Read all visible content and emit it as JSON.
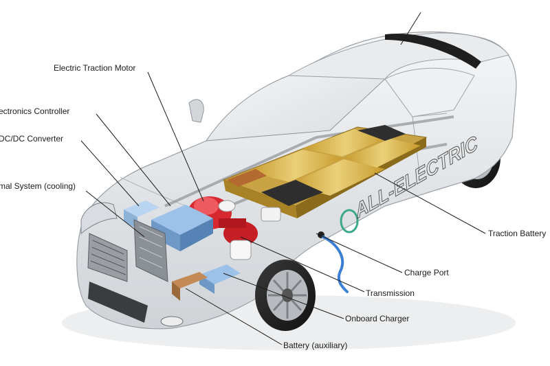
{
  "labels": {
    "motor": "Electric Traction Motor",
    "controller": "ectronics Controller",
    "dcdc": "DC/DC Converter",
    "thermal": "mal System (cooling)",
    "traction_battery": "Traction Battery",
    "charge_port": "Charge Port",
    "transmission": "Transmission",
    "onboard_charger": "Onboard Charger",
    "aux_battery": "Battery (auxiliary)",
    "side_lettering": "ALL-ELECTRIC"
  },
  "colors": {
    "battery_cells": "#d9b23e",
    "battery_dark": "#2e2e2e",
    "motor": "#d8282f",
    "controller": "#8fb6e3",
    "charge_cable": "#3b7fd4",
    "body": "#e6e9ec"
  }
}
